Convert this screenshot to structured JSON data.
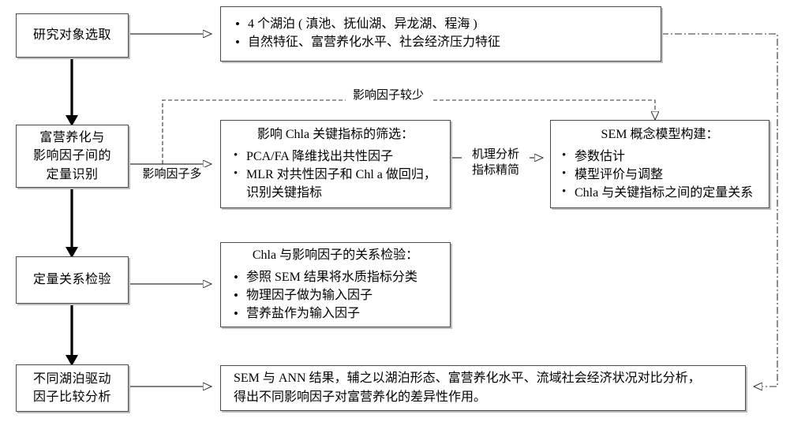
{
  "figure": {
    "title": "技术路线流程图",
    "type": "flowchart",
    "language": "zh-CN"
  },
  "stages": [
    {
      "id": "stage-1",
      "lines": [
        "研究对象选取"
      ]
    },
    {
      "id": "stage-2",
      "lines": [
        "富营养化与",
        "影响因子间的",
        "定量识别"
      ]
    },
    {
      "id": "stage-3",
      "lines": [
        "定量关系检验"
      ]
    },
    {
      "id": "stage-4",
      "lines": [
        "不同湖泊驱动",
        "因子比较分析"
      ]
    }
  ],
  "detail_boxes": {
    "objects": {
      "id": "detail-objects",
      "bullets": [
        "4 个湖泊 ( 滇池、抚仙湖、异龙湖、程海 )",
        "自然特征、富营养化水平、社会经济压力特征"
      ]
    },
    "screening": {
      "id": "detail-screening",
      "header": "影响 Chla 关键指标的筛选：",
      "bullets": [
        "PCA/FA 降维找出共性因子",
        "MLR 对共性因子和 Chl a 做回归，"
      ],
      "bullet_2_continued": "识别关键指标"
    },
    "sem": {
      "id": "detail-sem",
      "header": "SEM 概念模型构建：",
      "bullets": [
        "参数估计",
        "模型评价与调整",
        "Chla 与关键指标之间的定量关系"
      ]
    },
    "relation_test": {
      "id": "detail-relation-test",
      "header": "Chla 与影响因子的关系检验：",
      "bullets": [
        "参照 SEM 结果将水质指标分类",
        "物理因子做为输入因子",
        "营养盐作为输入因子"
      ]
    },
    "comparison": {
      "id": "detail-comparison",
      "paragraph_lines": [
        "SEM 与 ANN 结果，辅之以湖泊形态、富营养化水平、流域社会经济状况对比分析，",
        "得出不同影响因子对富营养化的差异性作用。"
      ]
    }
  },
  "edge_labels": {
    "many_factors": "影响因子多",
    "few_factors": "影响因子较少",
    "mechanism_line1": "机理分析",
    "mechanism_line2": "指标精简"
  },
  "colors": {
    "stroke": "#4a4a4a",
    "arrow_thick": "#000000",
    "shadow": "#bdbdbd",
    "background": "#ffffff"
  }
}
